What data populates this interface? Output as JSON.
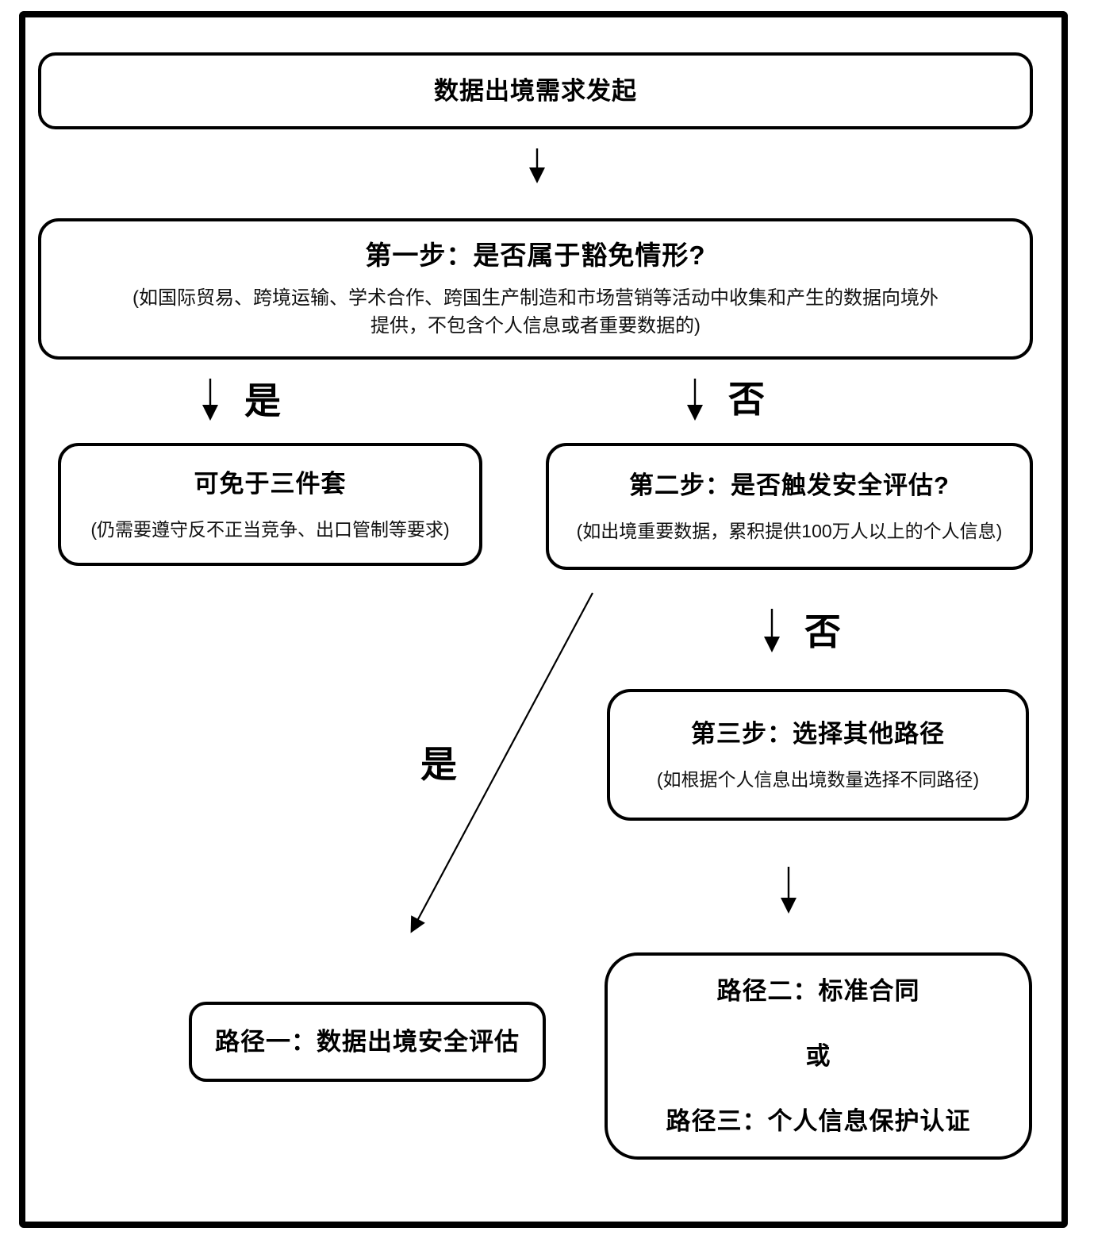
{
  "page": {
    "background": "#ffffff",
    "ink": "#000000"
  },
  "nodes": {
    "start": {
      "title": "数据出境需求发起"
    },
    "step1": {
      "title": "第一步：是否属于豁免情形?",
      "note_lines": [
        "(如国际贸易、跨境运输、学术合作、跨国生产制造和市场营销等活动中收集和产生的数据向境外",
        "提供，不包含个人信息或者重要数据的)"
      ]
    },
    "exempt": {
      "title": "可免于三件套",
      "note": "(仍需要遵守反不正当竞争、出口管制等要求)"
    },
    "step2": {
      "title": "第二步：是否触发安全评估?",
      "note": "(如出境重要数据，累积提供100万人以上的个人信息)"
    },
    "step3": {
      "title": "第三步：选择其他路径",
      "note": "(如根据个人信息出境数量选择不同路径)"
    },
    "path1": {
      "title": "路径一：数据出境安全评估"
    },
    "path23": {
      "line1": "路径二：标准合同",
      "or": "或",
      "line2": "路径三：个人信息保护认证"
    }
  },
  "edge_labels": {
    "step1_yes": "是",
    "step1_no": "否",
    "step2_no": "否",
    "step2_yes": "是"
  }
}
